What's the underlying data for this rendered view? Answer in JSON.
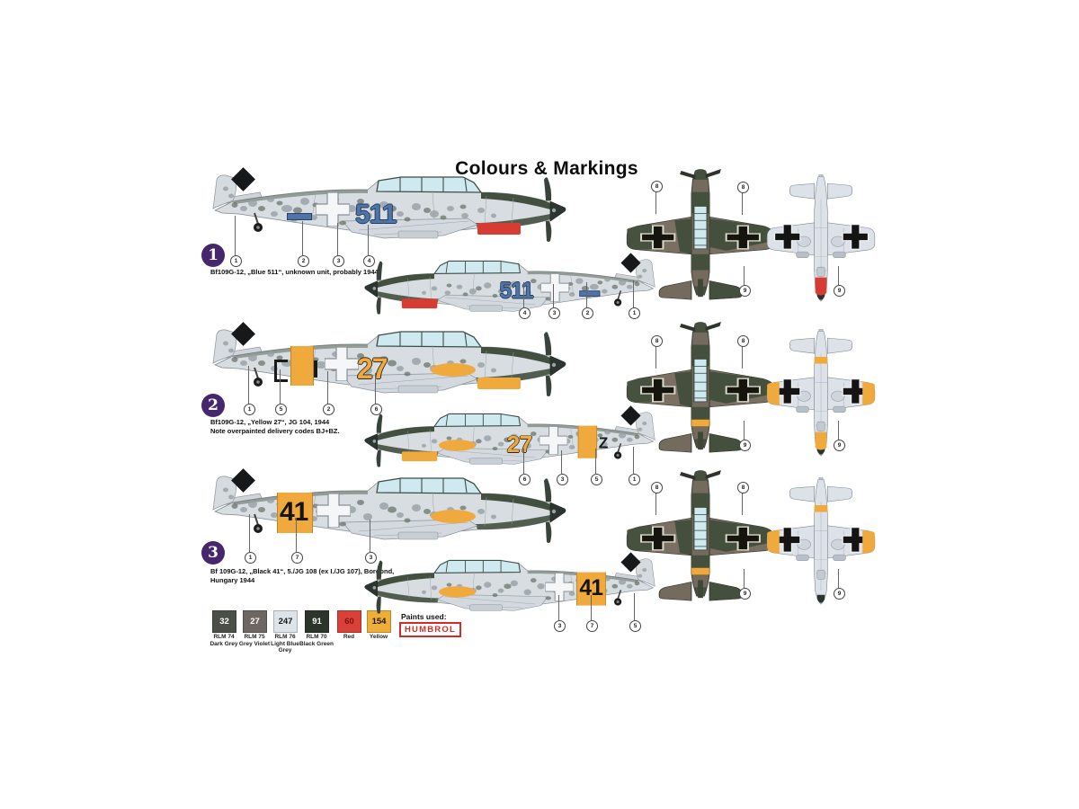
{
  "title": "Colours & Markings",
  "schemes": [
    {
      "badge": "1",
      "caption": "Bf109G-12, „Blue 511“, unknown unit, probably 1944",
      "caption2": "",
      "number": "511",
      "number_color": "#4f74a8",
      "bar_color": "#4f74a8",
      "cowl_color": "#d63c31",
      "band_color": "transparent",
      "callouts_starboard": [
        "1",
        "2",
        "3",
        "4"
      ],
      "callouts_port": [
        "4",
        "3",
        "2",
        "1"
      ],
      "callouts_top": [
        "8",
        "8"
      ],
      "callouts_bottom": [
        "9",
        "9"
      ]
    },
    {
      "badge": "2",
      "caption": "Bf109G-12, „Yellow 27“, JG 104, 1944",
      "caption2": "Note overpainted delivery codes BJ+BZ.",
      "number": "27",
      "number_color": "#f0a93c",
      "cowl_color": "#f0a93c",
      "band_color": "#f0a93c",
      "overpaint_letter": "Z",
      "callouts_starboard": [
        "1",
        "5",
        "2",
        "6"
      ],
      "callouts_port": [
        "6",
        "3",
        "5",
        "1"
      ],
      "callouts_top": [
        "8",
        "8"
      ],
      "callouts_bottom": [
        "9",
        "9"
      ]
    },
    {
      "badge": "3",
      "caption": "Bf 109G-12, „Black 41“, 5./JG 108 (ex I./JG 107), Borgond,",
      "caption2": "Hungary 1944",
      "number": "41",
      "number_color": "#16160f",
      "cowl_color": "transparent",
      "band_color": "#f0a93c",
      "callouts_starboard": [
        "1",
        "7",
        "3"
      ],
      "callouts_port": [
        "3",
        "7",
        "5"
      ],
      "callouts_top": [
        "8",
        "8"
      ],
      "callouts_bottom": [
        "9",
        "9"
      ]
    }
  ],
  "paints": {
    "label": "Paints used:",
    "brand": "HUMBROL",
    "swatches": [
      {
        "code": "32",
        "line1": "RLM 74",
        "line2": "Dark Grey",
        "bg": "#4a5048",
        "fg": "#ffffff"
      },
      {
        "code": "27",
        "line1": "RLM 75",
        "line2": "Grey Violet",
        "bg": "#6e6660",
        "fg": "#ffffff"
      },
      {
        "code": "247",
        "line1": "RLM 76",
        "line2": "Light Blue Grey",
        "bg": "#dde3e9",
        "fg": "#1a1a1a"
      },
      {
        "code": "91",
        "line1": "RLM 70",
        "line2": "Black Green",
        "bg": "#2c342b",
        "fg": "#ffffff"
      },
      {
        "code": "60",
        "line1": "Red",
        "line2": "",
        "bg": "#d84038",
        "fg": "#7a1510"
      },
      {
        "code": "154",
        "line1": "Yellow",
        "line2": "",
        "bg": "#efae3a",
        "fg": "#1a1a1a"
      }
    ]
  },
  "colors": {
    "camo_dark_green": "#46503f",
    "camo_grey_brown": "#7b6e62",
    "underside_grey": "#dde2e9",
    "yellow": "#f0a93c",
    "red": "#d63c31",
    "blue": "#4f74a8",
    "badge_purple": "#47276b"
  }
}
